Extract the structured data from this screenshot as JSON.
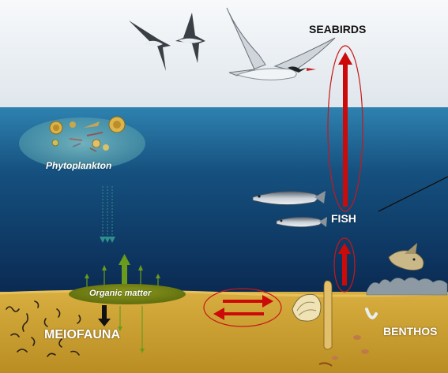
{
  "labels": {
    "seabirds": "SEABIRDS",
    "phytoplankton": "Phytoplankton",
    "fish": "FISH",
    "organic_matter": "Organic matter",
    "meiofauna": "MEIOFAUNA",
    "benthos": "BENTHOS"
  },
  "colors": {
    "sky": "#f2f5f8",
    "sea_surface": "#2b7aa8",
    "sea_deep": "#0b2c55",
    "sediment": "#d2a73a",
    "arrow_red": "#cc0a0a",
    "arrow_green": "#6a9b1c",
    "organic_matter": "#6b7a12"
  }
}
